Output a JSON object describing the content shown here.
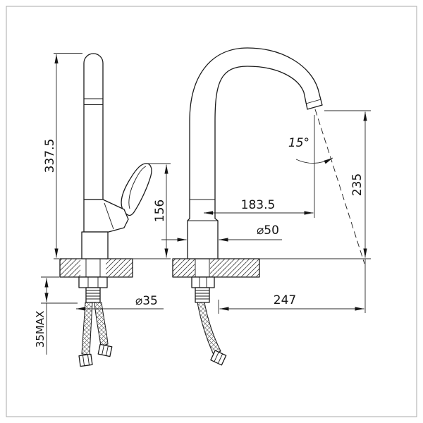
{
  "page": {
    "background": "#ffffff",
    "frame_color": "#a9a9a9",
    "line_color": "#1a1a1a"
  },
  "dimensions": {
    "overall_height": "337.5",
    "handle_height": "156",
    "max_mounting_thickness": "35MAX",
    "shank_diameter": "⌀35",
    "spout_angle": "15°",
    "spout_reach": "183.5",
    "spout_outlet_height": "235",
    "body_diameter": "⌀50",
    "projection_reach": "247"
  }
}
